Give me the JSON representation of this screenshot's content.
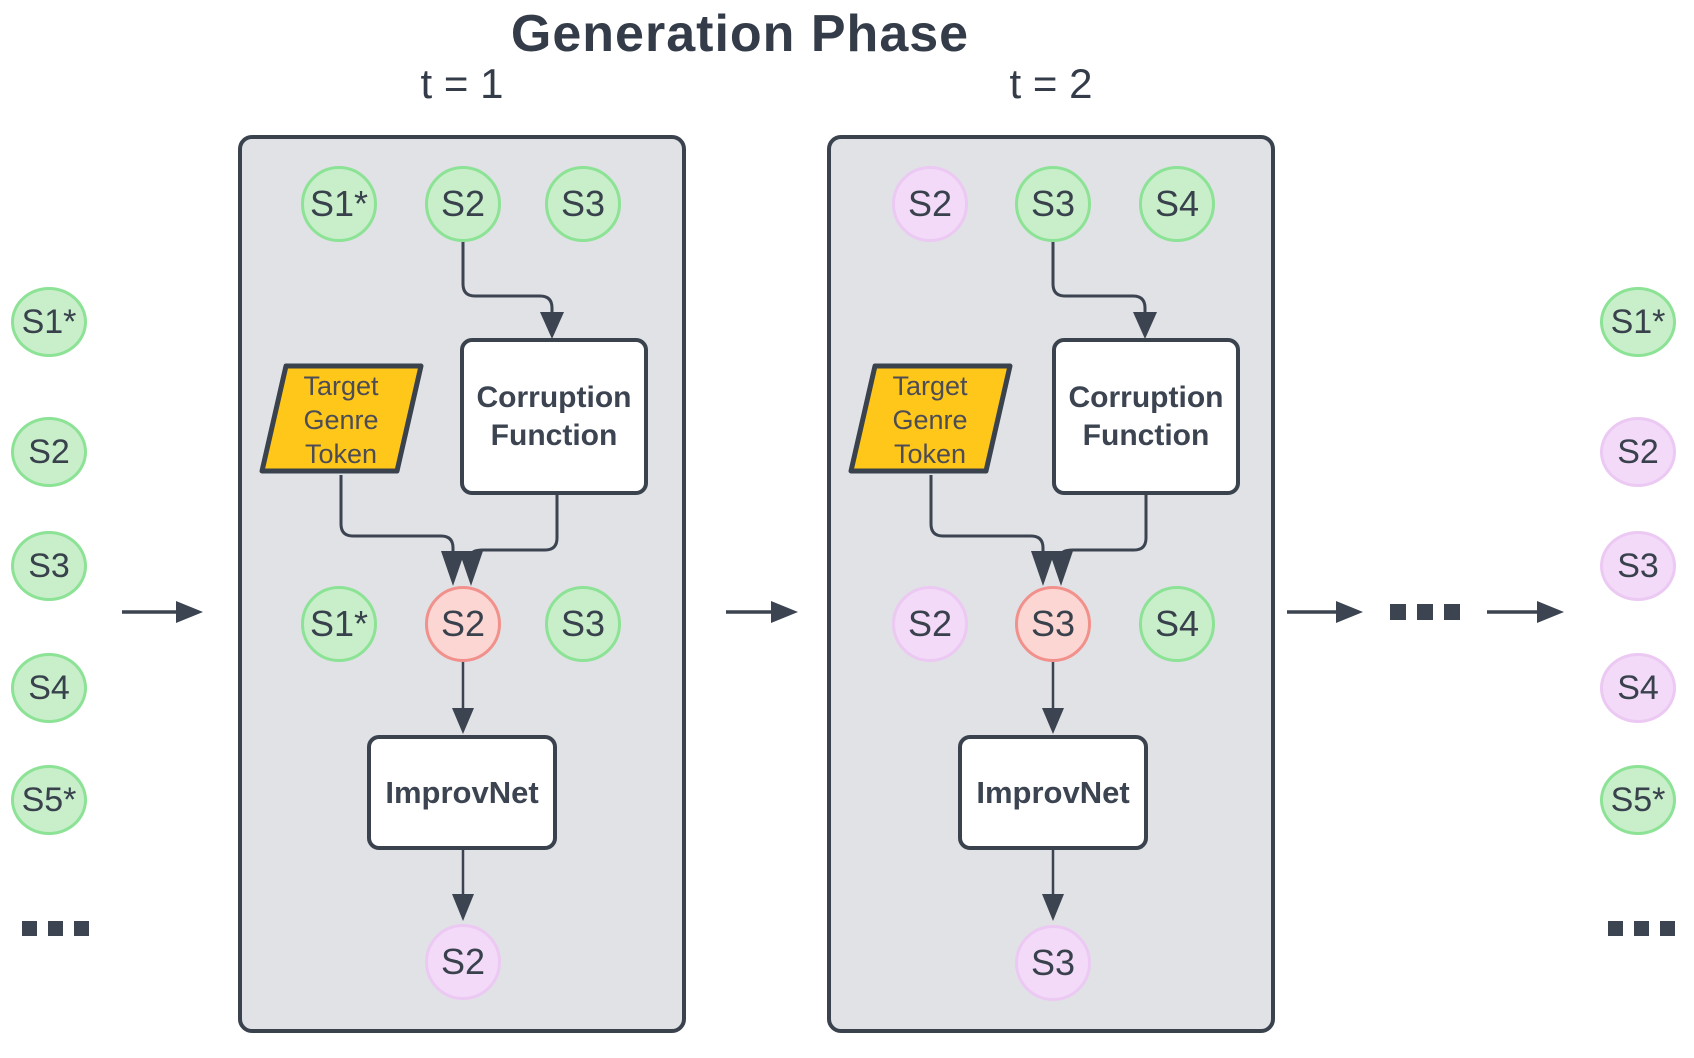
{
  "title": "Generation Phase",
  "colors": {
    "panel_fill": "#e0e2e6",
    "line_dark": "#3b4450",
    "token_yellow": "#ffc719",
    "green_fill": "#c9efca",
    "green_border": "#8ce295",
    "purple_fill": "#f3daf8",
    "purple_border": "#ecc9f3",
    "red_fill": "#fcd6d3",
    "red_border": "#f2908c"
  },
  "left_column": {
    "tokens": [
      {
        "label": "S1*",
        "color": "green"
      },
      {
        "label": "S2",
        "color": "green"
      },
      {
        "label": "S3",
        "color": "green"
      },
      {
        "label": "S4",
        "color": "green"
      },
      {
        "label": "S5*",
        "color": "green"
      }
    ],
    "ellipsis": "..."
  },
  "right_column": {
    "tokens": [
      {
        "label": "S1*",
        "color": "green"
      },
      {
        "label": "S2",
        "color": "purple"
      },
      {
        "label": "S3",
        "color": "purple"
      },
      {
        "label": "S4",
        "color": "purple"
      },
      {
        "label": "S5*",
        "color": "green"
      }
    ],
    "ellipsis": "..."
  },
  "between_ellipsis": "...",
  "panels": [
    {
      "t_label": "t = 1",
      "top_row": [
        {
          "label": "S1*",
          "color": "green"
        },
        {
          "label": "S2",
          "color": "green"
        },
        {
          "label": "S3",
          "color": "green"
        }
      ],
      "token": {
        "line1": "Target",
        "line2": "Genre",
        "line3": "Token"
      },
      "corruption": {
        "line1": "Corruption",
        "line2": "Function"
      },
      "middle_row": [
        {
          "label": "S1*",
          "color": "green"
        },
        {
          "label": "S2",
          "color": "red"
        },
        {
          "label": "S3",
          "color": "green"
        }
      ],
      "model": {
        "label": "ImprovNet"
      },
      "output": {
        "label": "S2",
        "color": "purple"
      }
    },
    {
      "t_label": "t = 2",
      "top_row": [
        {
          "label": "S2",
          "color": "purple"
        },
        {
          "label": "S3",
          "color": "green"
        },
        {
          "label": "S4",
          "color": "green"
        }
      ],
      "token": {
        "line1": "Target",
        "line2": "Genre",
        "line3": "Token"
      },
      "corruption": {
        "line1": "Corruption",
        "line2": "Function"
      },
      "middle_row": [
        {
          "label": "S2",
          "color": "purple"
        },
        {
          "label": "S3",
          "color": "red"
        },
        {
          "label": "S4",
          "color": "green"
        }
      ],
      "model": {
        "label": "ImprovNet"
      },
      "output": {
        "label": "S3",
        "color": "purple"
      }
    }
  ]
}
